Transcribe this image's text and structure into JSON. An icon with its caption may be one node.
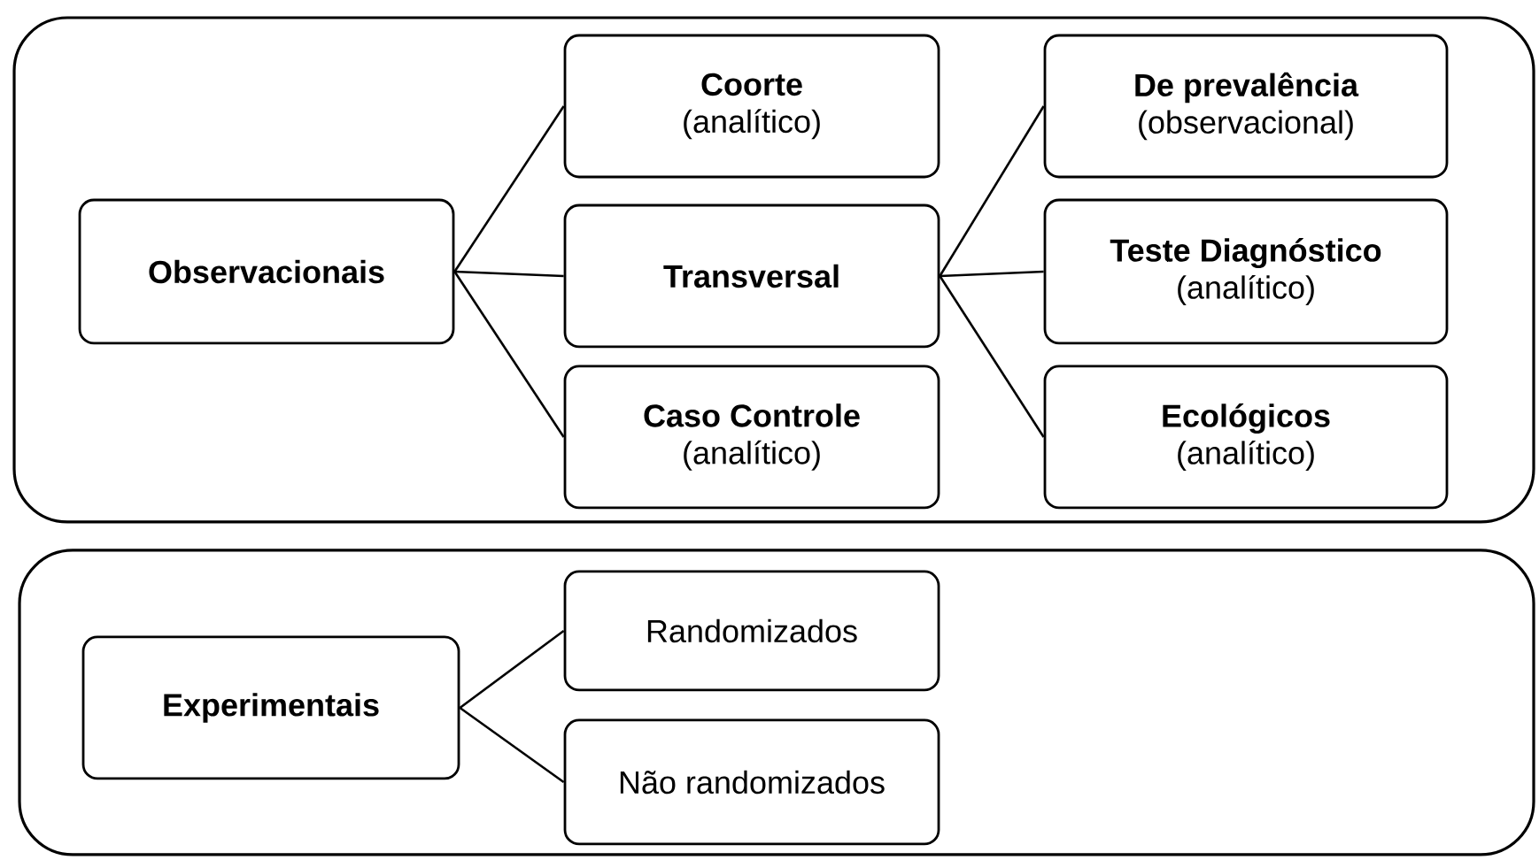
{
  "diagram": {
    "nodes": [
      {
        "text": [],
        "shape": "box"
      },
      {
        "text": [
          "Observacionais"
        ],
        "in": 0
      },
      {
        "text": [
          "Coorte",
          "(analítico)"
        ],
        "in": 0
      },
      {
        "text": [
          "Transversal"
        ],
        "in": 0
      },
      {
        "text": [
          "Caso Controle",
          "(analítico)"
        ],
        "in": 0
      },
      {
        "text": [
          "De prevalência",
          "(observacional)"
        ],
        "in": 0
      },
      {
        "text": [
          "Teste Diagnóstico",
          "(analítico)"
        ],
        "in": 0
      },
      {
        "text": [
          "Ecológicos",
          "(analítico)"
        ],
        "in": 0
      },
      {
        "text": [],
        "shape": "box"
      },
      {
        "text": [
          "Experimentais"
        ],
        "in": 8
      },
      {
        "text": [
          "Randomizados"
        ],
        "in": 8
      },
      {
        "text": [
          "Não randomizados"
        ],
        "in": 8
      }
    ],
    "edges": [
      {
        "from": 1,
        "to": 2,
        "arrow": "none"
      },
      {
        "from": 1,
        "to": 3,
        "arrow": "none"
      },
      {
        "from": 1,
        "to": 4,
        "arrow": "none"
      },
      {
        "from": 3,
        "to": 5,
        "arrow": "none"
      },
      {
        "from": 3,
        "to": 6,
        "arrow": "none"
      },
      {
        "from": 3,
        "to": 7,
        "arrow": "none"
      },
      {
        "from": 9,
        "to": 10,
        "arrow": "none"
      },
      {
        "from": 9,
        "to": 11,
        "arrow": "none"
      }
    ]
  }
}
